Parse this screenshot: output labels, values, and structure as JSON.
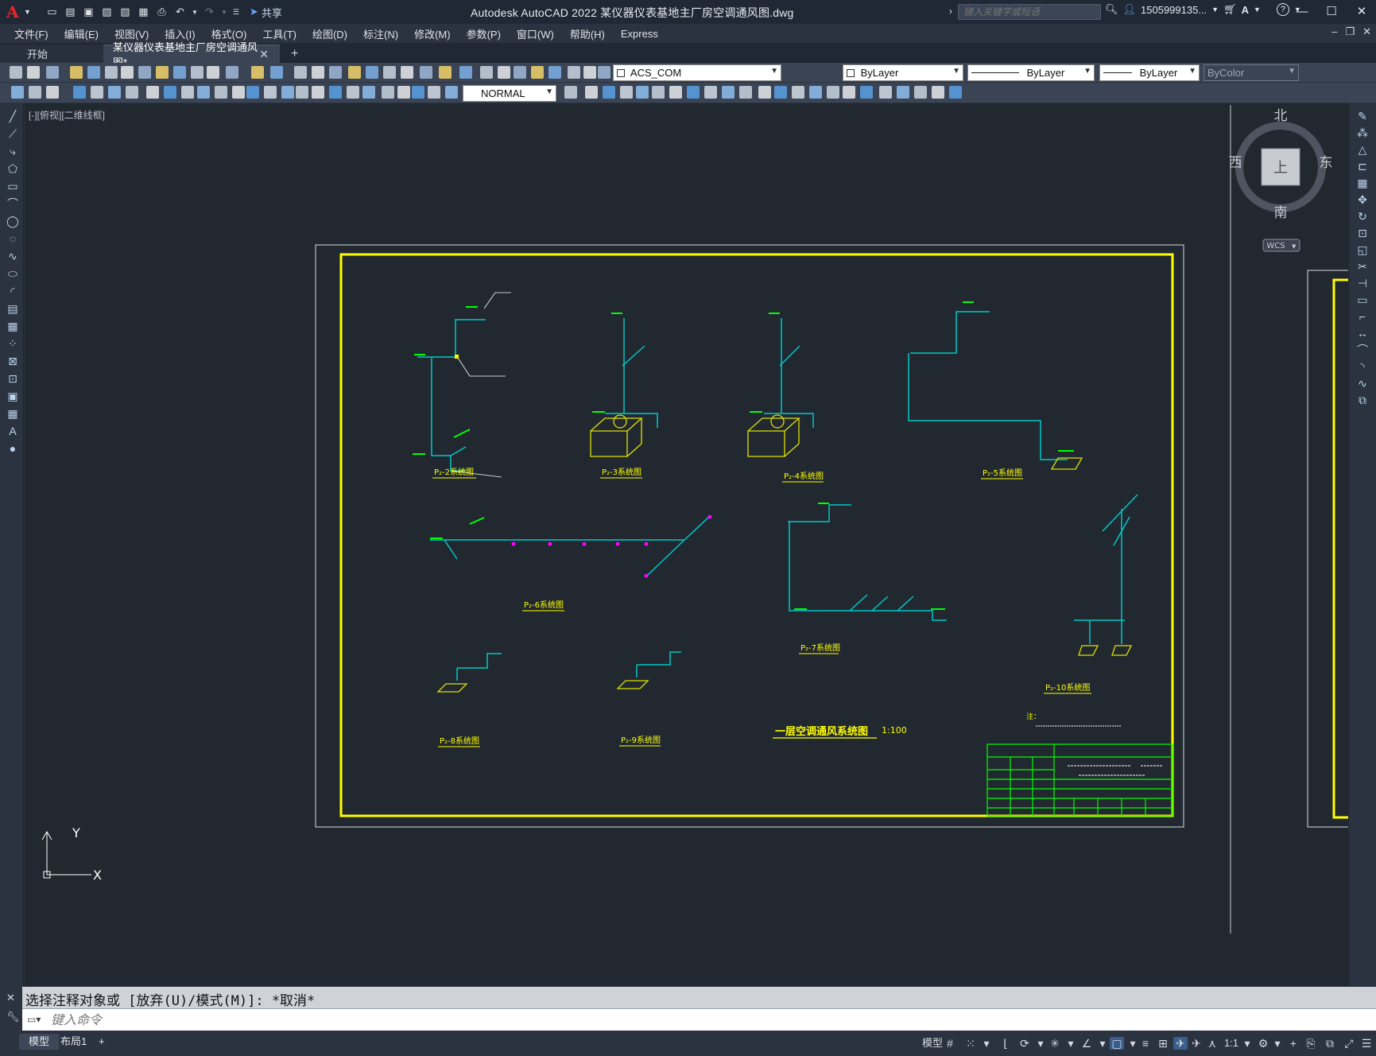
{
  "app": {
    "logo": "A",
    "window_title": "Autodesk AutoCAD 2022    某仪器仪表基地主厂房空调通风图.dwg",
    "share_label": "共享",
    "search_placeholder": "键入关键字或短语",
    "user": "1505999135...",
    "help": "?"
  },
  "menu": [
    "文件(F)",
    "编辑(E)",
    "视图(V)",
    "插入(I)",
    "格式(O)",
    "工具(T)",
    "绘图(D)",
    "标注(N)",
    "修改(M)",
    "参数(P)",
    "窗口(W)",
    "帮助(H)",
    "Express"
  ],
  "tabs": {
    "start": "开始",
    "active": "某仪器仪表基地主厂房空调通风图*",
    "add": "+"
  },
  "toolbar": {
    "layer": "ACS_COM",
    "color": "ByLayer",
    "linetype": "ByLayer",
    "lineweight": "ByLayer",
    "plotstyle": "ByColor",
    "textstyle": "NORMAL"
  },
  "view": {
    "label": "[-][俯视][二维线框]",
    "compass": {
      "n": "北",
      "s": "南",
      "w": "西",
      "e": "东",
      "center": "上"
    },
    "wcs": "WCS",
    "ucs_x": "X",
    "ucs_y": "Y"
  },
  "drawing": {
    "title": "一层空调通风系统图",
    "scale": "1:100",
    "note_title": "注：",
    "systems": [
      {
        "id": "p2",
        "label": "P₂-2系统图"
      },
      {
        "id": "p3",
        "label": "P₂-3系统图"
      },
      {
        "id": "p4",
        "label": "P₂-4系统图"
      },
      {
        "id": "p5",
        "label": "P₂-5系统图"
      },
      {
        "id": "p6",
        "label": "P₂-6系统图"
      },
      {
        "id": "p7",
        "label": "P₂-7系统图"
      },
      {
        "id": "p8",
        "label": "P₂-8系统图"
      },
      {
        "id": "p9",
        "label": "P₂-9系统图"
      },
      {
        "id": "p10",
        "label": "P₂-10系统图"
      }
    ]
  },
  "command": {
    "history": "选择注释对象或 [放弃(U)/模式(M)]: *取消*",
    "prompt": "键入命令"
  },
  "status": {
    "model_tab": "模型",
    "layout_tab": "布局1",
    "add_tab": "+",
    "model_label": "模型",
    "scale": "1:1"
  },
  "colors": {
    "accent_red": "#e8262a",
    "frame_yellow": "#ffff00",
    "duct_cyan": "#00c8c8",
    "label_green": "#00ff00",
    "canvas_bg": "#212830"
  }
}
